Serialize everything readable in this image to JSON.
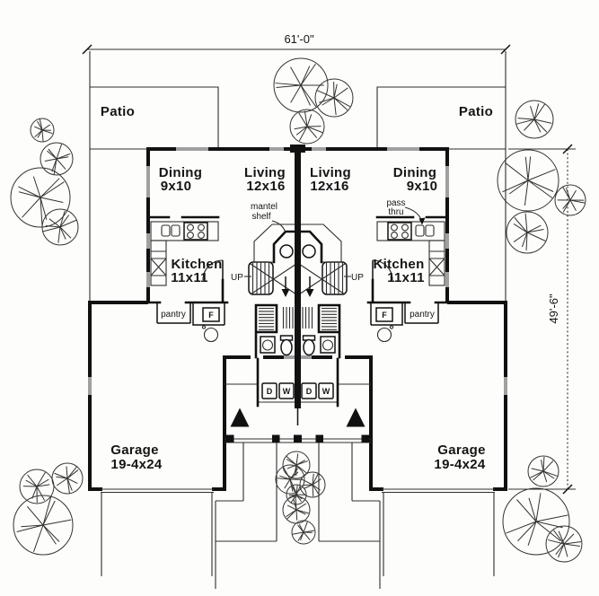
{
  "labels": {
    "dim_width": "61'-0\"",
    "dim_height": "49'-6\"",
    "patio_left": "Patio",
    "patio_right": "Patio",
    "dining_left": "Dining",
    "dining_left_size": "9x10",
    "living_left": "Living",
    "living_left_size": "12x16",
    "living_right": "Living",
    "living_right_size": "12x16",
    "dining_right": "Dining",
    "dining_right_size": "9x10",
    "kitchen_left": "Kitchen",
    "kitchen_left_size": "11x11",
    "kitchen_right": "Kitchen",
    "kitchen_right_size": "11x11",
    "up_left": "UP",
    "up_right": "UP",
    "mantel_1": "mantel",
    "mantel_2": "shelf",
    "pass_1": "pass",
    "pass_2": "thru",
    "pantry_left": "pantry",
    "pantry_right": "pantry",
    "furnace_left": "F",
    "furnace_right": "F",
    "laundry_left_dryer": "D",
    "laundry_left_washer": "W",
    "laundry_right_dryer": "D",
    "laundry_right_washer": "W",
    "garage_left": "Garage",
    "garage_left_size": "19-4x24",
    "garage_right": "Garage",
    "garage_right_size": "19-4x24"
  },
  "decor": {
    "trees": [
      [
        335,
        95,
        30
      ],
      [
        372,
        109,
        21
      ],
      [
        342,
        141,
        19
      ],
      [
        47,
        145,
        13
      ],
      [
        63,
        177,
        18
      ],
      [
        45,
        220,
        33
      ],
      [
        67,
        253,
        20
      ],
      [
        595,
        133,
        21
      ],
      [
        588,
        201,
        34
      ],
      [
        635,
        223,
        17
      ],
      [
        587,
        259,
        23
      ],
      [
        41,
        542,
        19
      ],
      [
        75,
        533,
        17
      ],
      [
        48,
        585,
        33
      ],
      [
        605,
        525,
        17
      ],
      [
        597,
        581,
        37
      ],
      [
        628,
        606,
        20
      ],
      [
        330,
        518,
        15
      ],
      [
        323,
        534,
        16
      ],
      [
        348,
        540,
        14
      ],
      [
        330,
        551,
        11
      ],
      [
        330,
        568,
        15
      ],
      [
        338,
        593,
        13
      ]
    ]
  }
}
